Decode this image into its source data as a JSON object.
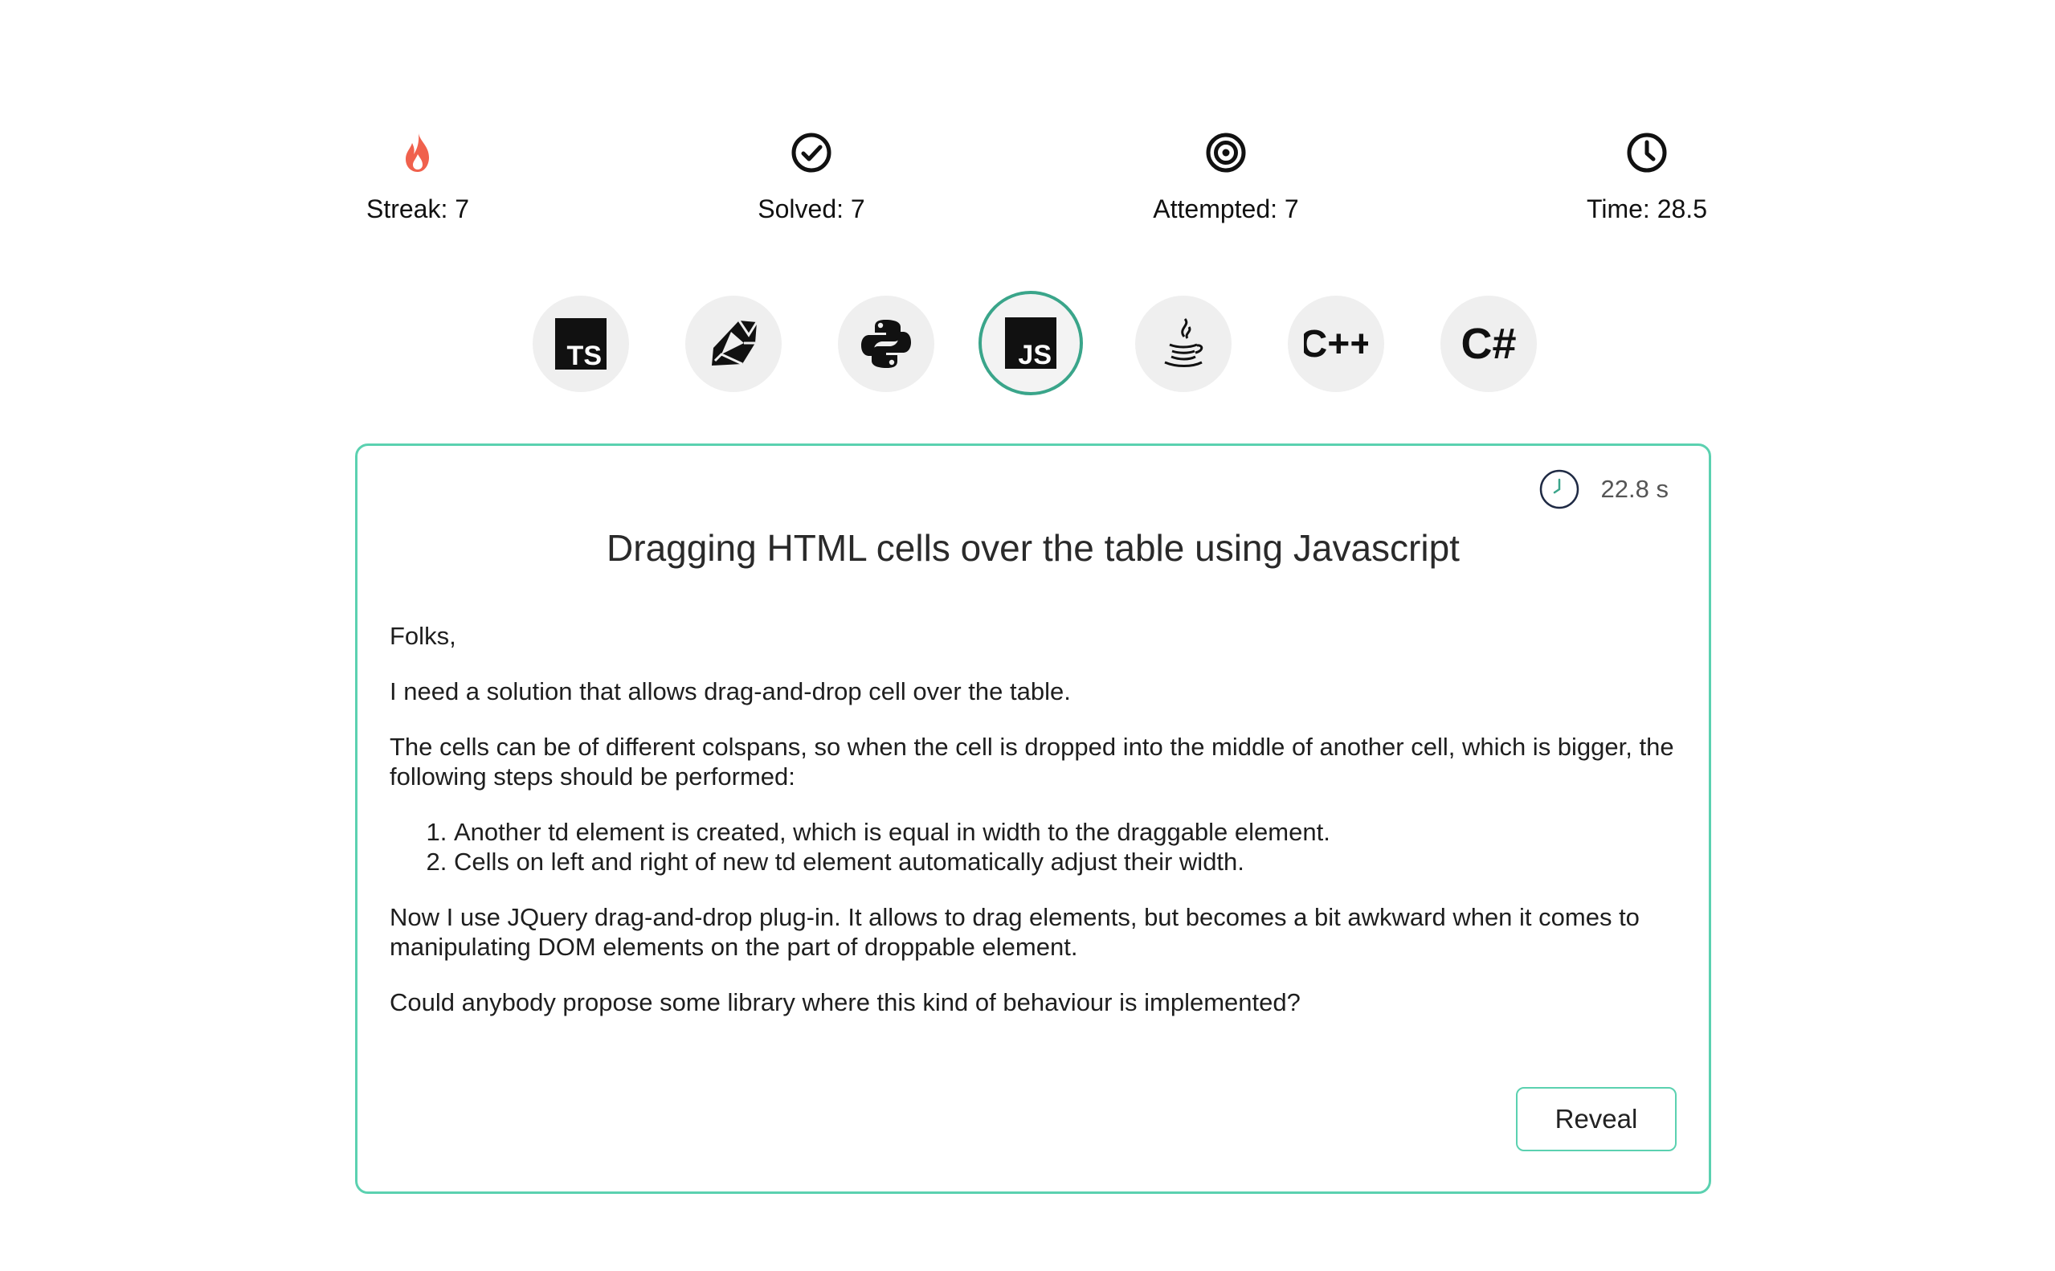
{
  "stats": {
    "streak": "Streak: 7",
    "solved": "Solved: 7",
    "attempted": "Attempted: 7",
    "time": "Time: 28.5"
  },
  "languages": [
    {
      "name": "TypeScript",
      "glyph": "TS",
      "icon": "typescript-icon"
    },
    {
      "name": "Ruby",
      "icon": "ruby-icon"
    },
    {
      "name": "Python",
      "icon": "python-icon"
    },
    {
      "name": "JavaScript",
      "glyph": "JS",
      "icon": "javascript-icon",
      "selected": true
    },
    {
      "name": "Java",
      "icon": "java-icon"
    },
    {
      "name": "C++",
      "glyph": "C++",
      "icon": "cplusplus-icon"
    },
    {
      "name": "C#",
      "glyph": "C#",
      "icon": "csharp-icon"
    }
  ],
  "question": {
    "timer": "22.8 s",
    "title": "Dragging HTML cells over the table using Javascript",
    "paragraphs": [
      "Folks,",
      "I need a solution that allows drag-and-drop cell over the table.",
      "The cells can be of different colspans, so when the cell is dropped into the middle of another cell, which is bigger, the following steps should be performed:"
    ],
    "steps": [
      "Another td element is created, which is equal in width to the draggable element.",
      "Cells on left and right of new td element automatically adjust their width."
    ],
    "after": [
      "Now I use JQuery drag-and-drop plug-in. It allows to drag elements, but becomes a bit awkward when it comes to manipulating DOM elements on the part of droppable element.",
      "Could anybody propose some library where this kind of behaviour is implemented?"
    ],
    "reveal_label": "Reveal"
  },
  "colors": {
    "accent": "#5bd1b0",
    "selected_ring": "#3aa58a",
    "flame": "#f0614d"
  }
}
